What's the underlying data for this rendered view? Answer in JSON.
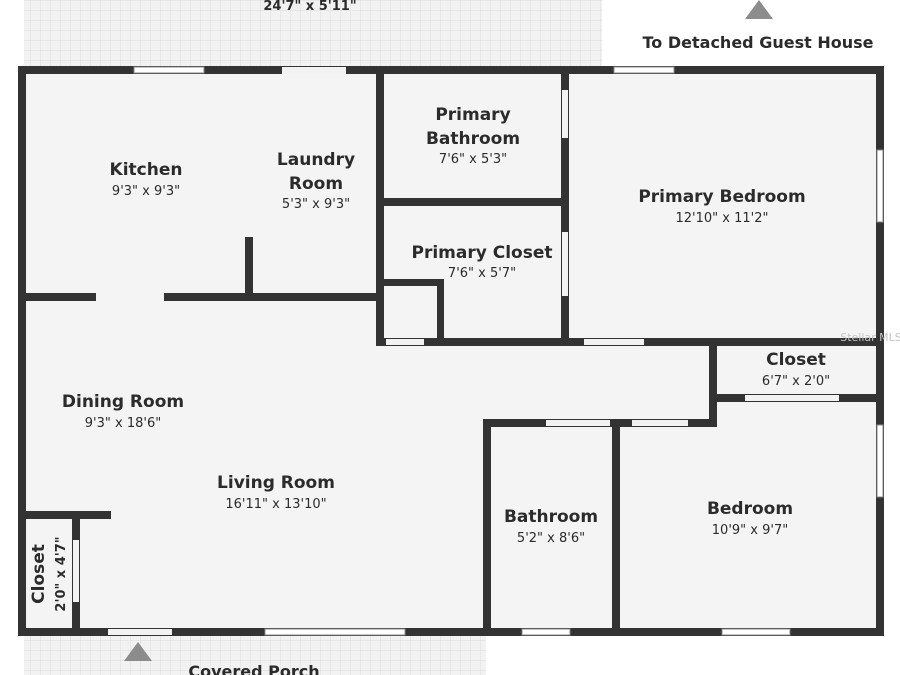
{
  "labels": {
    "top_patio_dim": "24'7\" x 5'11\"",
    "guest_house": "To Detached Guest House",
    "covered_porch": "Covered Porch",
    "watermark": "Stellar MLS"
  },
  "rooms": {
    "kitchen": {
      "name": "Kitchen",
      "dim": "9'3\" x 9'3\""
    },
    "laundry": {
      "name1": "Laundry",
      "name2": "Room",
      "dim": "5'3\" x 9'3\""
    },
    "primary_bath": {
      "name1": "Primary",
      "name2": "Bathroom",
      "dim": "7'6\" x 5'3\""
    },
    "primary_bed": {
      "name": "Primary Bedroom",
      "dim": "12'10\" x 11'2\""
    },
    "primary_closet": {
      "name": "Primary Closet",
      "dim": "7'6\" x 5'7\""
    },
    "closet_right": {
      "name": "Closet",
      "dim": "6'7\" x 2'0\""
    },
    "dining": {
      "name": "Dining Room",
      "dim": "9'3\" x 18'6\""
    },
    "living": {
      "name": "Living Room",
      "dim": "16'11\" x 13'10\""
    },
    "bathroom": {
      "name": "Bathroom",
      "dim": "5'2\" x 8'6\""
    },
    "bedroom": {
      "name": "Bedroom",
      "dim": "10'9\" x 9'7\""
    },
    "closet_left": {
      "name": "Closet",
      "dim": "2'0\" x 4'7\""
    }
  },
  "colors": {
    "wall": "#333333",
    "floor": "#f4f4f4",
    "patio": "#f0f0f0",
    "arrow": "#8c8c8c"
  }
}
